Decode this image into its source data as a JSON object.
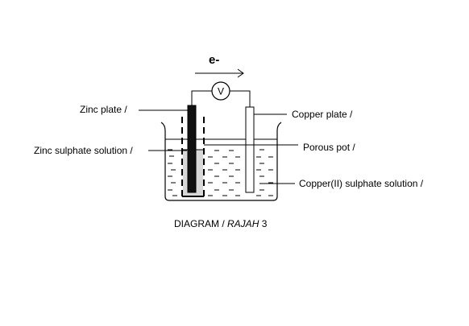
{
  "electron_label": "e-",
  "meter_symbol": "V",
  "labels": {
    "zinc_plate": "Zinc plate /",
    "zinc_sulphate": "Zinc sulphate solution /",
    "copper_plate": "Copper plate /",
    "porous_pot": "Porous pot /",
    "copper_sulphate": "Copper(II) sulphate solution /"
  },
  "caption": {
    "main": "DIAGRAM  / ",
    "translation": "RAJAH",
    "number": " 3"
  }
}
